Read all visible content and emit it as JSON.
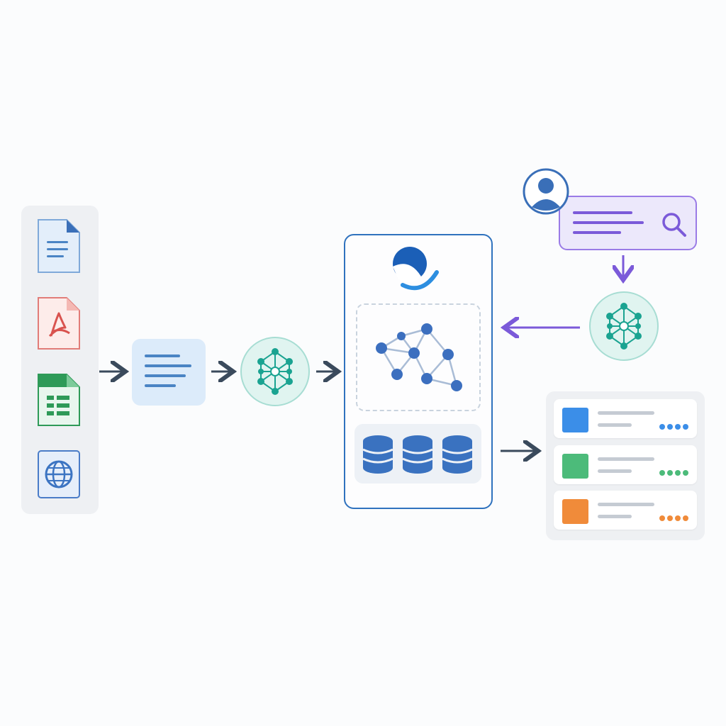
{
  "sources": [
    {
      "icon": "text-document-icon",
      "color": "#4a84c4"
    },
    {
      "icon": "pdf-document-icon",
      "color": "#d9534f"
    },
    {
      "icon": "spreadsheet-icon",
      "color": "#2e9a58"
    },
    {
      "icon": "globe-web-icon",
      "color": "#3c74c2"
    }
  ],
  "pipeline": {
    "chunk_icon": "text-lines-icon",
    "embed_icon": "neural-network-icon",
    "store_logo": "brand-logo-icon",
    "graph_icon": "knowledge-graph-icon",
    "db_icon": "database-icon"
  },
  "query": {
    "user_icon": "user-avatar-icon",
    "search_icon": "search-icon",
    "embed_icon": "neural-network-icon"
  },
  "results": [
    {
      "color": "#3b8ee8",
      "rating_dots": 4
    },
    {
      "color": "#4cbb7a",
      "rating_dots": 4
    },
    {
      "color": "#f08b3a",
      "rating_dots": 4
    }
  ],
  "colors": {
    "arrow_dark": "#3a4a5c",
    "arrow_purple": "#7b5ad9",
    "accent_blue": "#2f72be",
    "teal": "#1aa391",
    "purple": "#9a7be6"
  }
}
